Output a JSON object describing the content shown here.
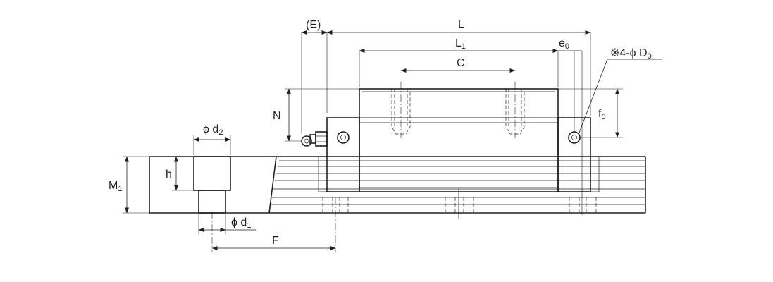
{
  "labels": {
    "E": "(E)",
    "L": "L",
    "L1_main": "L",
    "L1_sub": "1",
    "e0_main": "e",
    "e0_sub": "0",
    "C": "C",
    "D0_prefix": "※4-ϕ D",
    "D0_sub": "0",
    "N": "N",
    "f0_main": "f",
    "f0_sub": "0",
    "d2_main": "ϕ d",
    "d2_sub": "2",
    "h": "h",
    "M1_main": "M",
    "M1_sub": "1",
    "d1_main": "ϕ d",
    "d1_sub": "1",
    "F": "F"
  },
  "colors": {
    "line": "#231f20",
    "background": "#ffffff"
  }
}
